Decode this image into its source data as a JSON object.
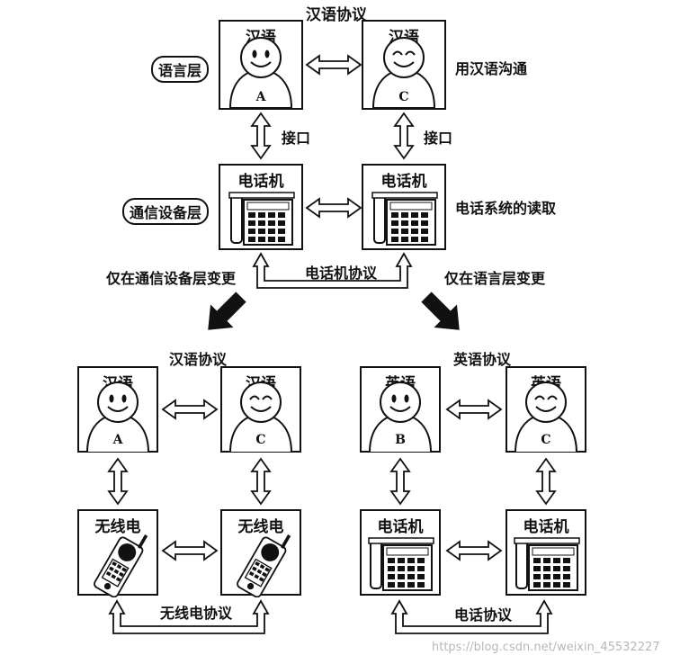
{
  "top": {
    "title": "汉语协议",
    "layer_language": "语言层",
    "layer_device": "通信设备层",
    "person_a": {
      "label": "汉语",
      "letter": "A"
    },
    "person_c": {
      "label": "汉语",
      "letter": "C"
    },
    "side_language": "用汉语沟通",
    "interface_left": "接口",
    "interface_right": "接口",
    "phone_left": "电话机",
    "phone_right": "电话机",
    "side_device": "电话系统的读取",
    "phone_protocol": "电话机协议"
  },
  "middle": {
    "change_device": "仅在通信设备层变更",
    "change_language": "仅在语言层变更"
  },
  "bottom_left": {
    "title": "汉语协议",
    "person_a": {
      "label": "汉语",
      "letter": "A"
    },
    "person_c": {
      "label": "汉语",
      "letter": "C"
    },
    "radio_left": "无线电",
    "radio_right": "无线电",
    "protocol": "无线电协议"
  },
  "bottom_right": {
    "title": "英语协议",
    "person_b": {
      "label": "英语",
      "letter": "B"
    },
    "person_c": {
      "label": "英语",
      "letter": "C"
    },
    "phone_left": "电话机",
    "phone_right": "电话机",
    "protocol": "电话协议"
  },
  "watermark": "https://blog.csdn.net/weixin_45532227"
}
